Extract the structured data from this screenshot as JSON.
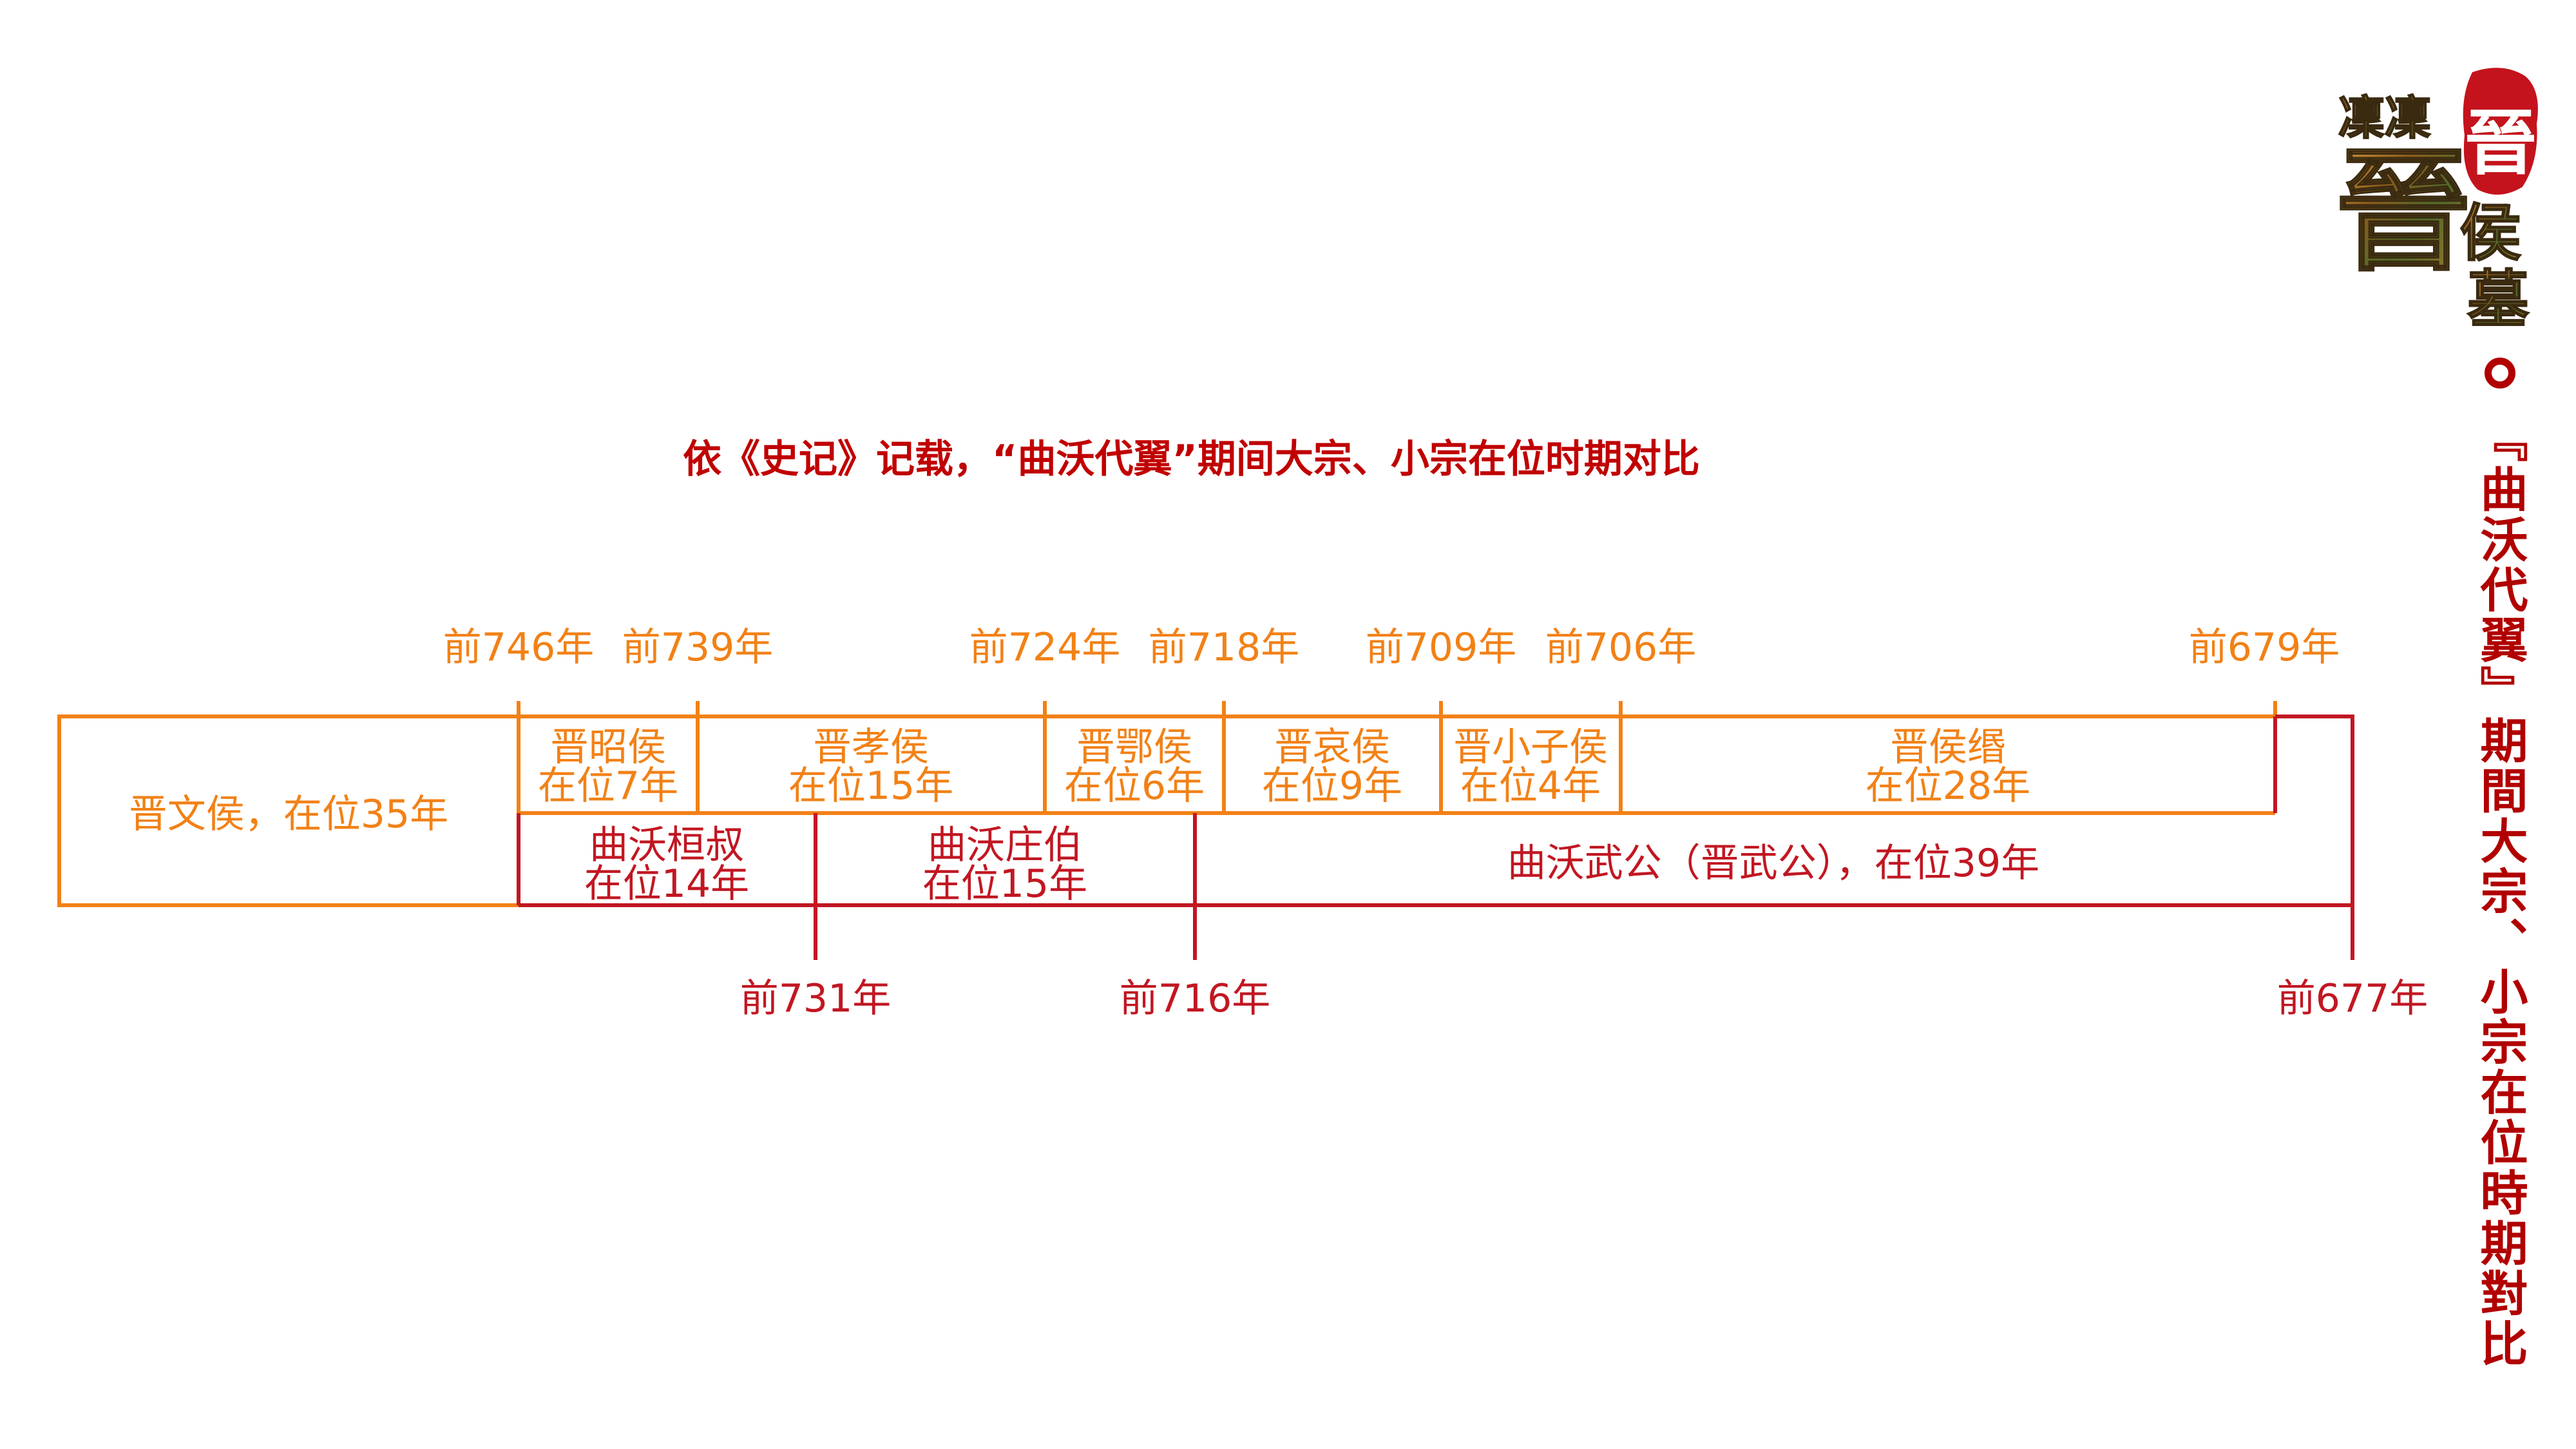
{
  "title": "依《史记》记载，“曲沃代翼”期间大宗、小宗在位时期对比",
  "side_title": "『曲沃代翼』期間大宗、小宗在位時期對比",
  "logo": {
    "text_top": "凜凜",
    "text_main": "晉",
    "text_sub": "侯墓",
    "seal_char": "晉"
  },
  "colors": {
    "dazong": "#F28116",
    "xiaozong": "#C11722",
    "title": "#C00000"
  },
  "year_labels_top": [
    "前746年",
    "前739年",
    "前724年",
    "前718年",
    "前709年",
    "前706年",
    "前679年"
  ],
  "year_labels_bottom": [
    "前731年",
    "前716年",
    "前677年"
  ],
  "dazong_rulers": [
    {
      "name": "晋文侯，在位35年",
      "line2": ""
    },
    {
      "name": "晋昭侯",
      "line2": "在位7年"
    },
    {
      "name": "晋孝侯",
      "line2": "在位15年"
    },
    {
      "name": "晋鄂侯",
      "line2": "在位6年"
    },
    {
      "name": "晋哀侯",
      "line2": "在位9年"
    },
    {
      "name": "晋小子侯",
      "line2": "在位4年"
    },
    {
      "name": "晋侯缗",
      "line2": "在位28年"
    }
  ],
  "xiaozong_rulers": [
    {
      "name": "曲沃桓叔",
      "line2": "在位14年"
    },
    {
      "name": "曲沃庄伯",
      "line2": "在位15年"
    },
    {
      "name": "曲沃武公（晋武公），在位39年",
      "line2": ""
    }
  ]
}
